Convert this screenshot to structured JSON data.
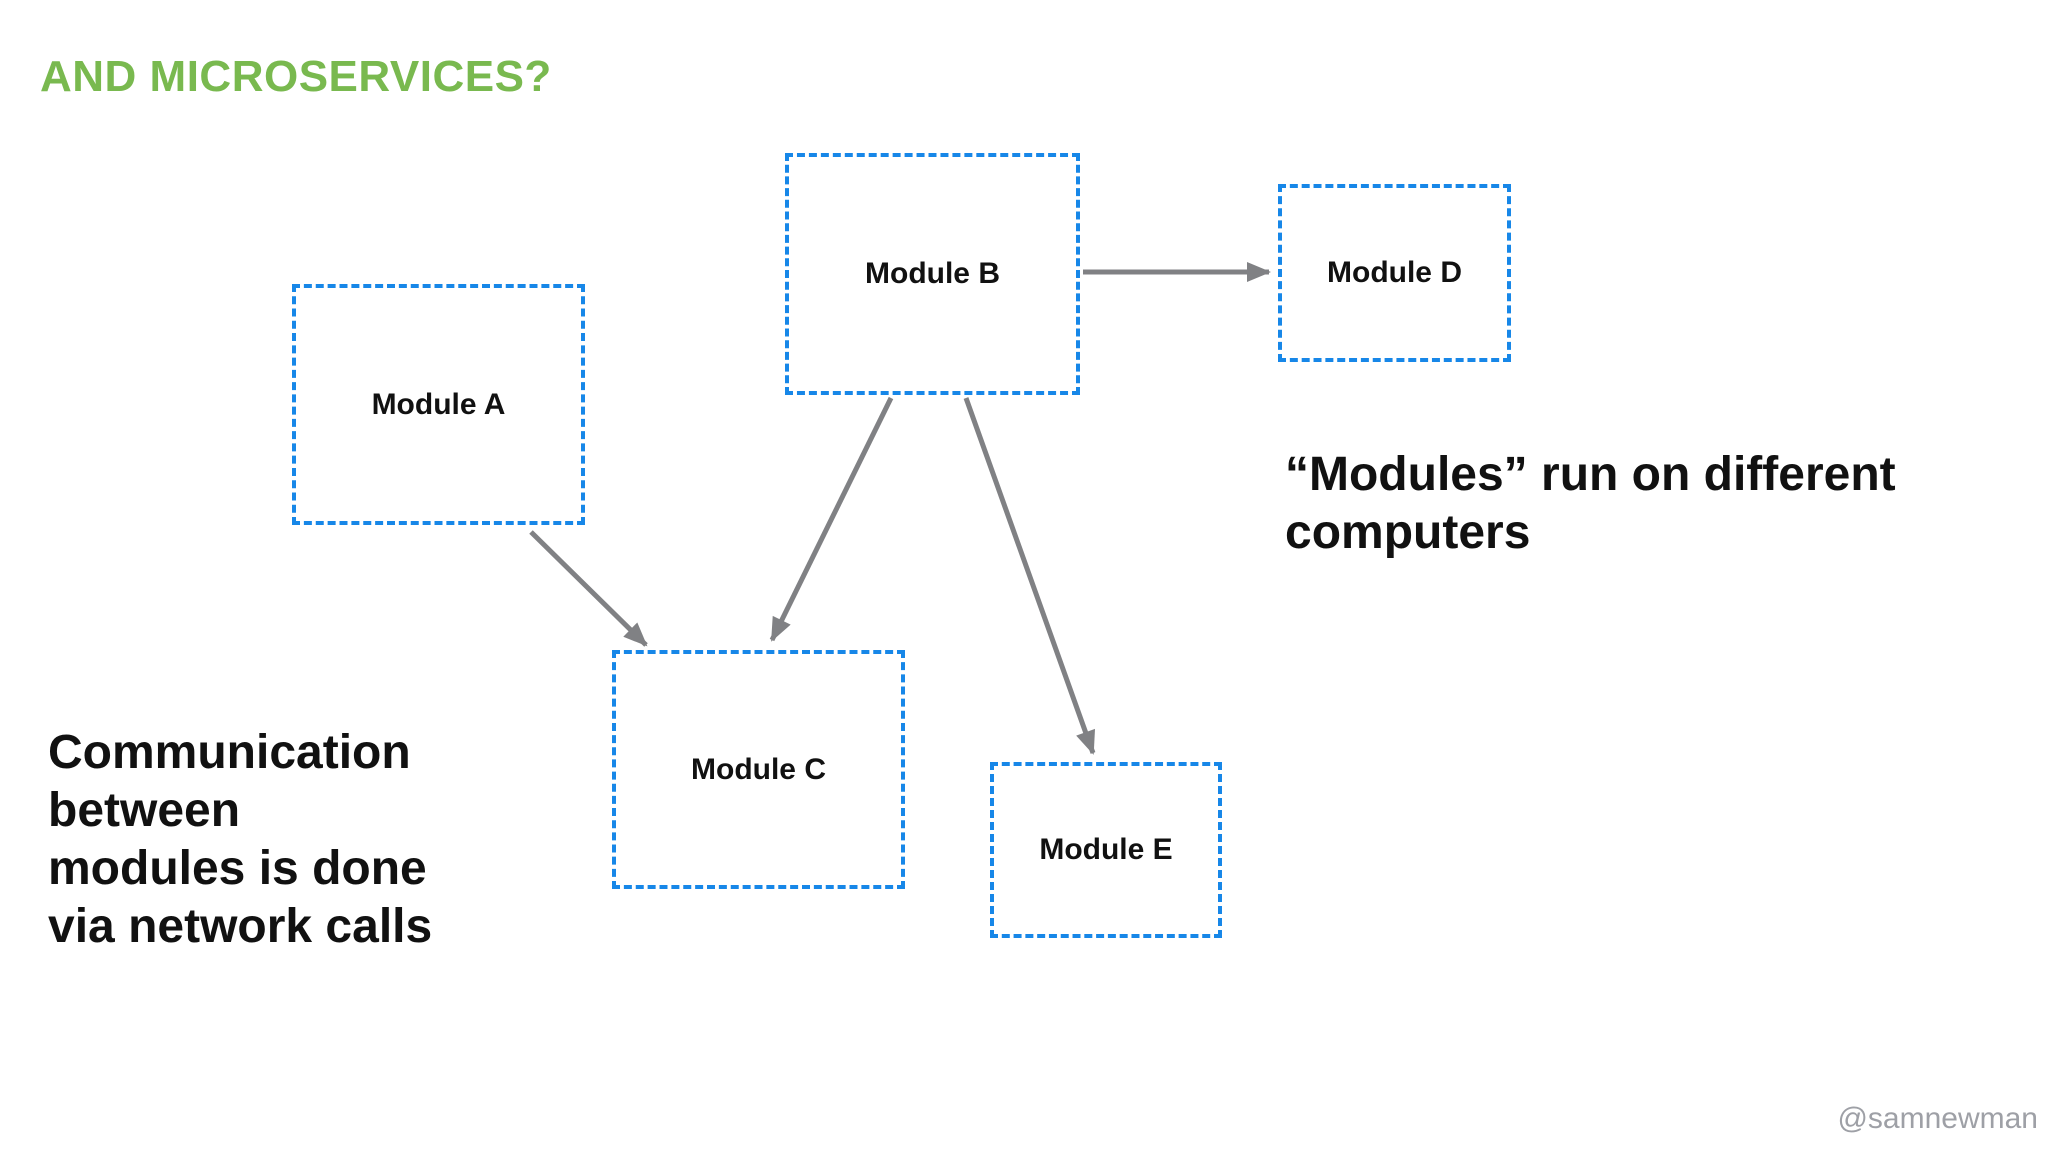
{
  "title": {
    "text": "AND MICROSERVICES?",
    "color": "#79B94F"
  },
  "modules": {
    "a": {
      "label": "Module A"
    },
    "b": {
      "label": "Module B"
    },
    "c": {
      "label": "Module C"
    },
    "d": {
      "label": "Module D"
    },
    "e": {
      "label": "Module E"
    }
  },
  "arrows": [
    {
      "name": "module-a-to-module-c"
    },
    {
      "name": "module-b-to-module-c"
    },
    {
      "name": "module-b-to-module-e"
    },
    {
      "name": "module-b-to-module-d"
    }
  ],
  "notes": {
    "left": {
      "lines": [
        "Communication",
        "between",
        "modules is done",
        "via network calls"
      ]
    },
    "right": {
      "lines": [
        "“Modules” run on different",
        "computers"
      ]
    }
  },
  "watermark": {
    "text": "@samnewman"
  },
  "colors": {
    "title_green": "#79B94F",
    "module_border_blue": "#1787E8",
    "arrow_gray": "#808184",
    "text_black": "#111111",
    "watermark_gray": "#9EA0A6",
    "background": "#FFFFFF"
  }
}
